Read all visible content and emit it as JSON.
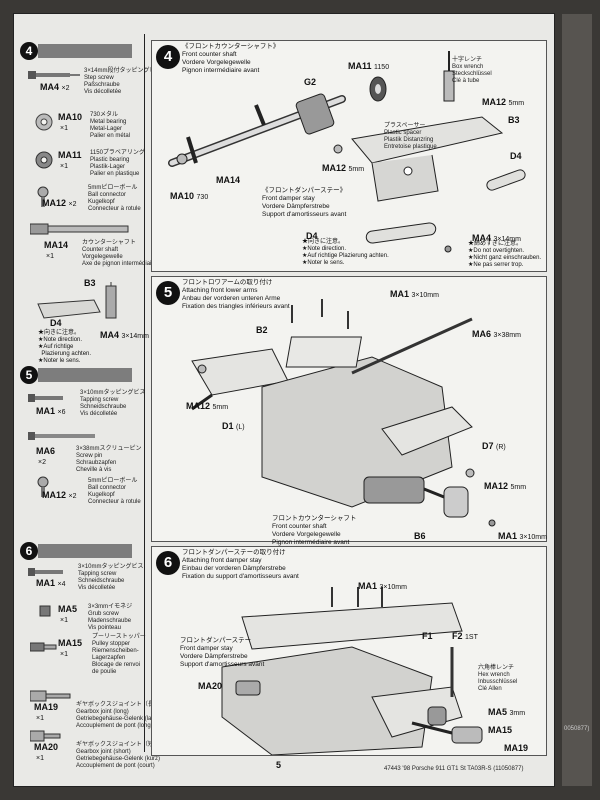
{
  "page_number": "5",
  "footer": "47443 '98 Porsche 911 GT1 St TA03R-S (11050877)",
  "edge_text": "0050877)",
  "sidebar": {
    "s4": {
      "num": "4",
      "ma4": {
        "code": "MA4",
        "qty": "×2",
        "desc": "3×14mm段付タッピングビス\nStep screw\nPaßschraube\nVis décolletée"
      },
      "ma10": {
        "code": "MA10",
        "qty": "×1",
        "desc": "730メタル\nMetal bearing\nMetal-Lager\nPalier en métal"
      },
      "ma11": {
        "code": "MA11",
        "qty": "×1",
        "desc": "1150プラベアリング\nPlastic bearing\nPlastik-Lager\nPalier en plastique"
      },
      "ma12": {
        "code": "MA12",
        "qty": "×2",
        "desc": "5mmピローボール\nBall connector\nKugelkopf\nConnecteur à rotule"
      },
      "ma14": {
        "code": "MA14",
        "qty": "×1",
        "desc": "カウンターシャフト\nCounter shaft\nVorgelegewelle\nAxe de pignon intermédiaire"
      },
      "b3": "B3",
      "d4": "D4",
      "ma4b": "MA4",
      "ma4b_size": "3×14mm",
      "d4note": "★向きに注意。\n★Note direction.\n★Auf richtige\n  Plazierung achten.\n★Noter le sens."
    },
    "s5": {
      "num": "5",
      "ma1": {
        "code": "MA1",
        "qty": "×6",
        "desc": "3×10mmタッピングビス\nTapping screw\nSchneidschraube\nVis décolletée"
      },
      "ma6": {
        "code": "MA6",
        "qty": "×2",
        "desc": "3×38mmスクリューピン\nScrew pin\nSchraubzapfen\nCheville à vis"
      },
      "ma12": {
        "code": "MA12",
        "qty": "×2",
        "desc": "5mmピローボール\nBall connector\nKugelkopf\nConnecteur à rotule"
      }
    },
    "s6": {
      "num": "6",
      "ma1": {
        "code": "MA1",
        "qty": "×4",
        "desc": "3×10mmタッピングビス\nTapping screw\nSchneidschraube\nVis décolletée"
      },
      "ma5": {
        "code": "MA5",
        "qty": "×1",
        "desc": "3×3mmイモネジ\nGrub screw\nMadenschraube\nVis pointeau"
      },
      "ma15": {
        "code": "MA15",
        "qty": "×1",
        "desc": "プーリーストッパー\nPulley stopper\nRiemenscheiben-\nLagerzapfen\nBlocage de renvoi\nde poulie"
      },
      "ma19": {
        "code": "MA19",
        "qty": "×1",
        "desc": "ギヤボックスジョイント（長）\nGearbox joint (long)\nGetriebegehäuse-Gelenk (lang)\nAccouplement de pont (long)"
      },
      "ma20": {
        "code": "MA20",
        "qty": "×1",
        "desc": "ギヤボックスジョイント（短）\nGearbox joint (short)\nGetriebegehäuse-Gelenk (kurz)\nAccouplement de pont (court)"
      }
    }
  },
  "step4": {
    "num": "4",
    "title": "《フロントカウンターシャフト》\nFront counter shaft\nVordere Vorgelegewelle\nPignon intermédiaire avant",
    "labels": {
      "ma11": "MA11",
      "ma11s": "1150",
      "g2": "G2",
      "ma14": "MA14",
      "ma10": "MA10",
      "ma10s": "730",
      "ma12a": "MA12",
      "ma12as": "5mm",
      "ma12b": "MA12",
      "ma12bs": "5mm",
      "b3": "B3",
      "d4": "D4",
      "d4b": "D4",
      "ma4": "MA4",
      "ma4s": "3×14mm"
    },
    "wrench": "十字レンチ\nBox wrench\nSteckschlüssel\nClé à tube",
    "spacer": "プラスペーサー\nPlastic spacer\nPlastik Distanzring\nEntretoise plastique",
    "damper": "《フロントダンパーステー》\nFront damper stay\nVordere Dämpferstrebe\nSupport d'amortisseurs avant",
    "d4note": "★向きに注意。\n★Note direction.\n★Auf richtige Plazierung achten.\n★Noter le sens.",
    "ma4note": "★締めすぎに注意。\n★Do not overtighten.\n★Nicht ganz einschrauben.\n★Ne pas serrer trop."
  },
  "step5": {
    "num": "5",
    "title": "フロントロワアームの取り付け\nAttaching front lower arms\nAnbau der vorderen unteren Arme\nFixation des triangles inférieurs avant",
    "labels": {
      "ma1a": "MA1",
      "ma1as": "3×10mm",
      "b2": "B2",
      "ma6": "MA6",
      "ma6s": "3×38mm",
      "ma12a": "MA12",
      "ma12as": "5mm",
      "d1": "D1",
      "d1s": "(L)",
      "d7": "D7",
      "d7s": "(R)",
      "ma12b": "MA12",
      "ma12bs": "5mm",
      "ma1b": "MA1",
      "ma1bs": "3×10mm",
      "b6": "B6"
    },
    "shaft": "フロントカウンターシャフト\nFront counter shaft\nVordere Vorgelegewelle\nPignon intermédiaire avant"
  },
  "step6": {
    "num": "6",
    "title": "フロントダンパーステーの取り付け\nAttaching front damper stay\nEinbau der vorderen Dämpferstrebe\nFixation du support d'amortisseurs avant",
    "labels": {
      "ma1": "MA1",
      "ma1s": "3×10mm",
      "f1": "F1",
      "f2": "F2",
      "f2s": "1ST",
      "ma20": "MA20",
      "ma5": "MA5",
      "ma5s": "3mm",
      "ma15": "MA15",
      "ma19": "MA19"
    },
    "stay": "フロントダンパーステー\nFront damper stay\nVordere Dämpferstrebe\nSupport d'amortisseurs avant",
    "hex": "六角棒レンチ\nHex wrench\nInbusschlüssel\nClé Allen"
  }
}
